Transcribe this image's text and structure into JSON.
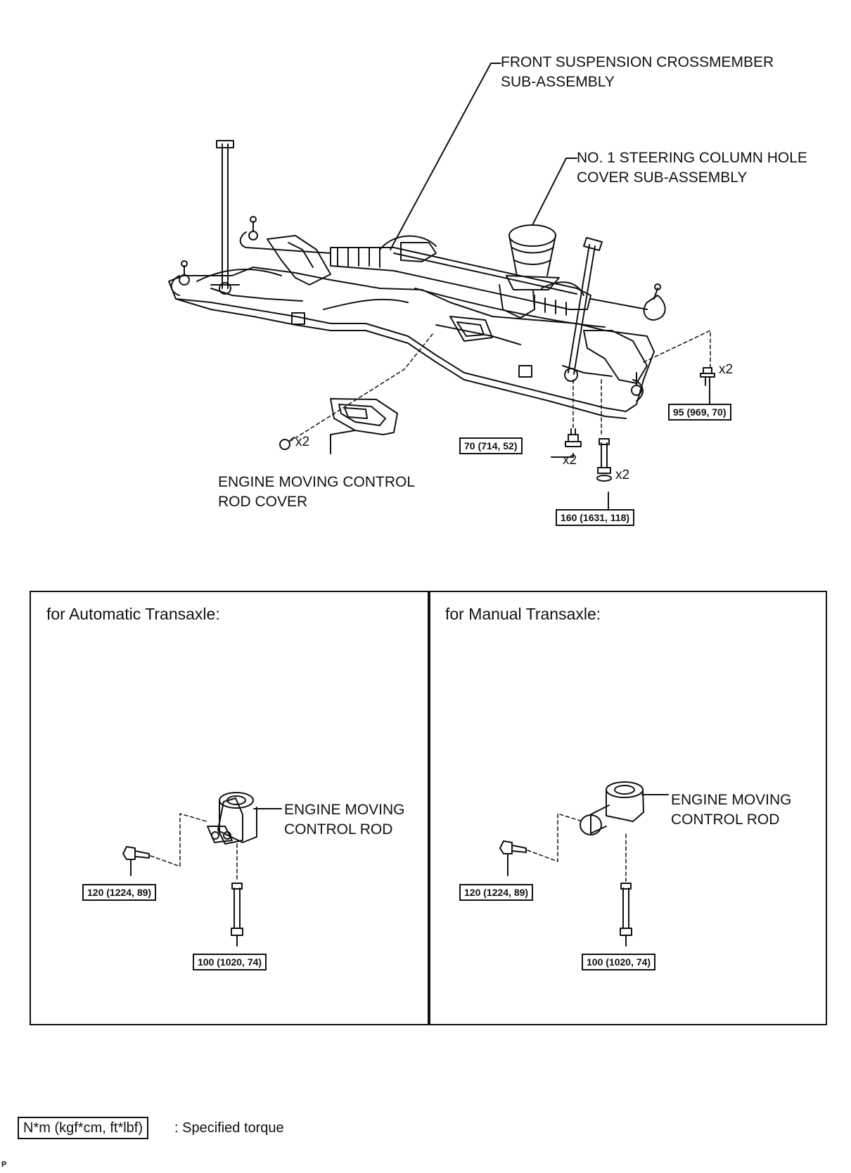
{
  "main_diagram": {
    "labels": {
      "crossmember": "FRONT SUSPENSION CROSSMEMBER\nSUB-ASSEMBLY",
      "hole_cover": "NO. 1 STEERING COLUMN HOLE\nCOVER SUB-ASSEMBLY",
      "rod_cover": "ENGINE MOVING CONTROL\nROD COVER"
    },
    "torques": {
      "t95": "95 (969, 70)",
      "t70": "70 (714, 52)",
      "t160": "160 (1631, 118)"
    },
    "quantities": {
      "q_bolt_95": "x2",
      "q_clip": "x2",
      "q_bolt_70": "x2",
      "q_bolt_160": "x2"
    }
  },
  "panels": {
    "automatic": {
      "title": "for Automatic Transaxle:",
      "part_label": "ENGINE MOVING\nCONTROL ROD",
      "torque_side": "120 (1224, 89)",
      "torque_bottom": "100 (1020, 74)"
    },
    "manual": {
      "title": "for Manual Transaxle:",
      "part_label": "ENGINE MOVING\nCONTROL ROD",
      "torque_side": "120 (1224, 89)",
      "torque_bottom": "100 (1020, 74)"
    }
  },
  "legend": {
    "unit_box": "N*m (kgf*cm, ft*lbf)",
    "description": ": Specified torque"
  },
  "corner_mark": "P",
  "colors": {
    "line": "#111111",
    "background": "#ffffff"
  }
}
